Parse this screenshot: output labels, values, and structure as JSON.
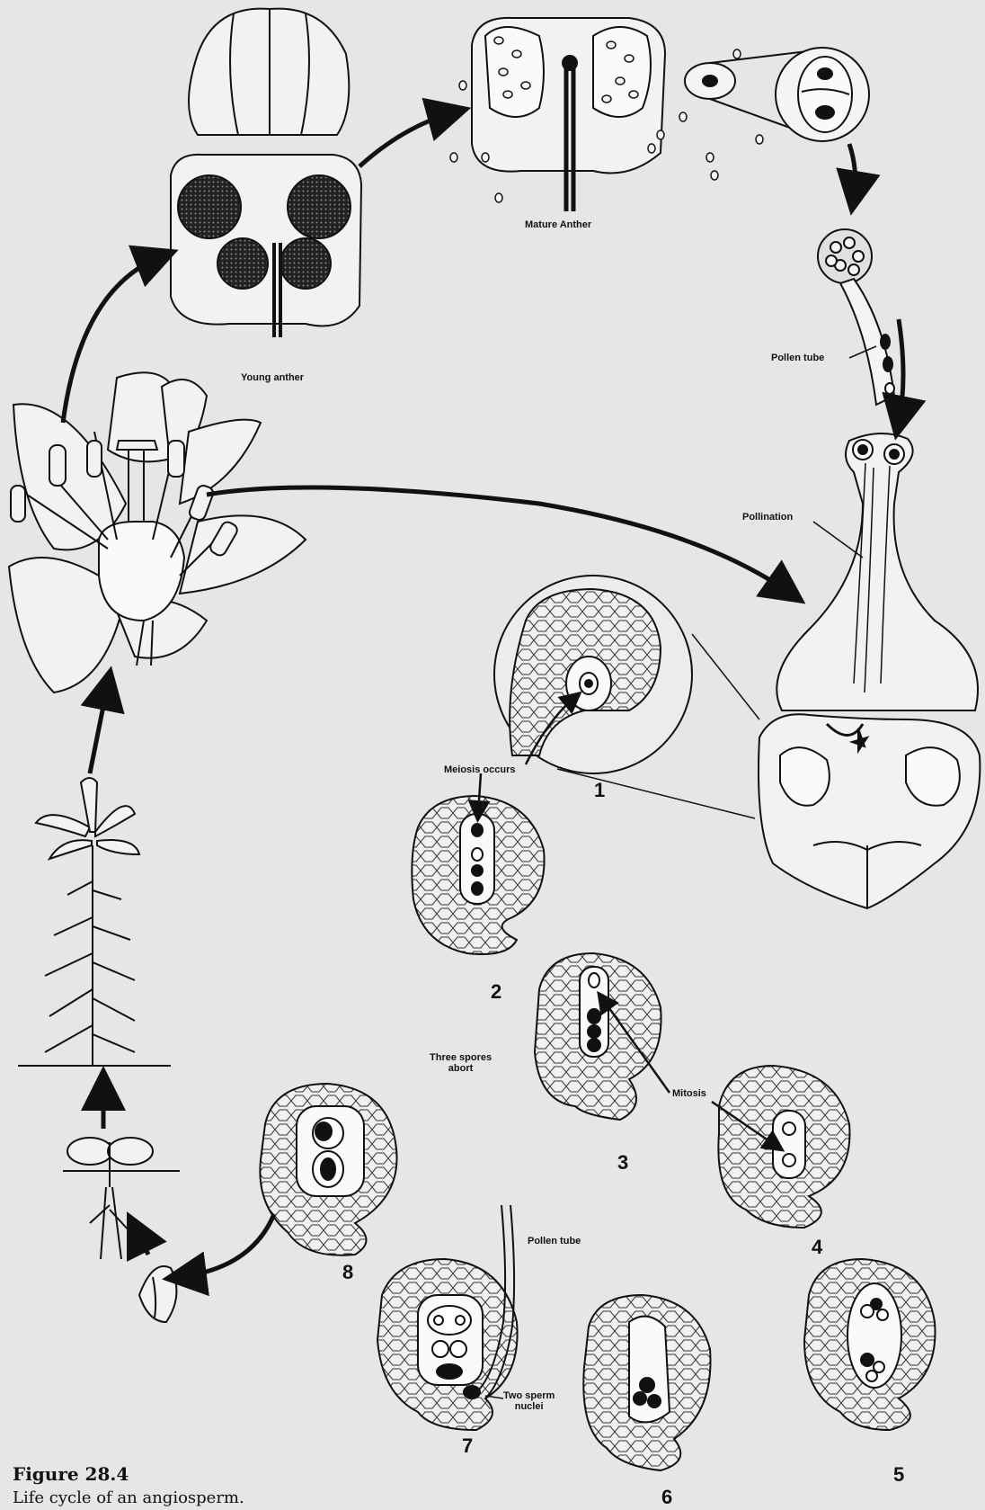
{
  "labels": {
    "mature_anther": "Mature Anther",
    "young_anther": "Young anther",
    "pollen_tube_top": "Pollen tube",
    "pollination": "Pollination",
    "meiosis_occurs": "Meiosis occurs",
    "three_spores_abort": "Three spores\nabort",
    "mitosis": "Mitosis",
    "pollen_tube_bottom": "Pollen tube",
    "two_sperm_nuclei": "Two sperm\nnuclei"
  },
  "stage_numbers": [
    "1",
    "2",
    "3",
    "4",
    "5",
    "6",
    "7",
    "8"
  ],
  "caption": {
    "title": "Figure 28.4",
    "text": "Life cycle of an angiosperm."
  },
  "colors": {
    "background": "#e6e6e6",
    "ink": "#111111",
    "cell_fill": "#f4f4f4"
  }
}
